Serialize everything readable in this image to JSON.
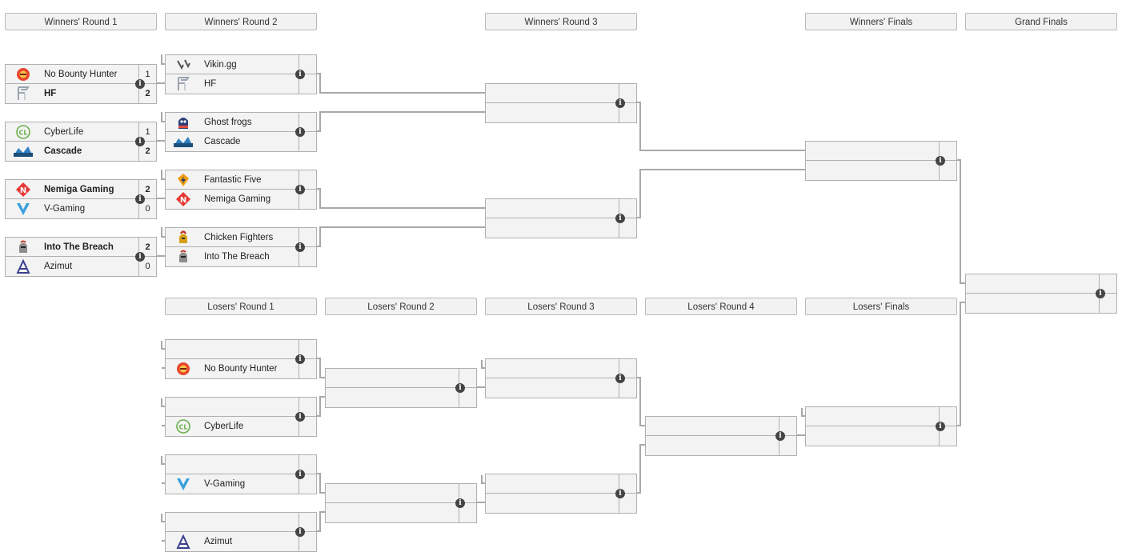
{
  "headers": {
    "wr1": "Winners' Round 1",
    "wr2": "Winners' Round 2",
    "wr3": "Winners' Round 3",
    "wf": "Winners' Finals",
    "gf": "Grand Finals",
    "lr1": "Losers' Round 1",
    "lr2": "Losers' Round 2",
    "lr3": "Losers' Round 3",
    "lr4": "Losers' Round 4",
    "lf": "Losers' Finals"
  },
  "matches": {
    "wr1m1": {
      "t1": {
        "name": "No Bounty Hunter",
        "score": "1",
        "icon": "no-bounty-hunter-logo"
      },
      "t2": {
        "name": "HF",
        "score": "2",
        "icon": "hf-logo"
      }
    },
    "wr1m2": {
      "t1": {
        "name": "CyberLife",
        "score": "1",
        "icon": "cyberlife-logo"
      },
      "t2": {
        "name": "Cascade",
        "score": "2",
        "icon": "cascade-logo"
      }
    },
    "wr1m3": {
      "t1": {
        "name": "Nemiga Gaming",
        "score": "2",
        "icon": "nemiga-logo"
      },
      "t2": {
        "name": "V-Gaming",
        "score": "0",
        "icon": "v-gaming-logo"
      }
    },
    "wr1m4": {
      "t1": {
        "name": "Into The Breach",
        "score": "2",
        "icon": "into-the-breach-logo"
      },
      "t2": {
        "name": "Azimut",
        "score": "0",
        "icon": "azimut-logo"
      }
    },
    "wr2m1": {
      "t1": {
        "name": "Vikin.gg",
        "icon": "vikin-logo"
      },
      "t2": {
        "name": "HF",
        "icon": "hf-logo"
      }
    },
    "wr2m2": {
      "t1": {
        "name": "Ghost frogs",
        "icon": "ghost-frogs-logo"
      },
      "t2": {
        "name": "Cascade",
        "icon": "cascade-logo"
      }
    },
    "wr2m3": {
      "t1": {
        "name": "Fantastic Five",
        "icon": "fantastic-five-logo"
      },
      "t2": {
        "name": "Nemiga Gaming",
        "icon": "nemiga-logo"
      }
    },
    "wr2m4": {
      "t1": {
        "name": "Chicken Fighters",
        "icon": "chicken-fighters-logo"
      },
      "t2": {
        "name": "Into The Breach",
        "icon": "into-the-breach-logo"
      }
    },
    "lr1m1": {
      "t2": {
        "name": "No Bounty Hunter",
        "icon": "no-bounty-hunter-logo"
      }
    },
    "lr1m2": {
      "t2": {
        "name": "CyberLife",
        "icon": "cyberlife-logo"
      }
    },
    "lr1m3": {
      "t2": {
        "name": "V-Gaming",
        "icon": "v-gaming-logo"
      }
    },
    "lr1m4": {
      "t2": {
        "name": "Azimut",
        "icon": "azimut-logo"
      }
    }
  },
  "info_glyph": "i",
  "colors": {
    "border": "#b0b0b0",
    "line": "#a8a8a8",
    "bg": "#f3f3f3",
    "info": "#444444"
  }
}
